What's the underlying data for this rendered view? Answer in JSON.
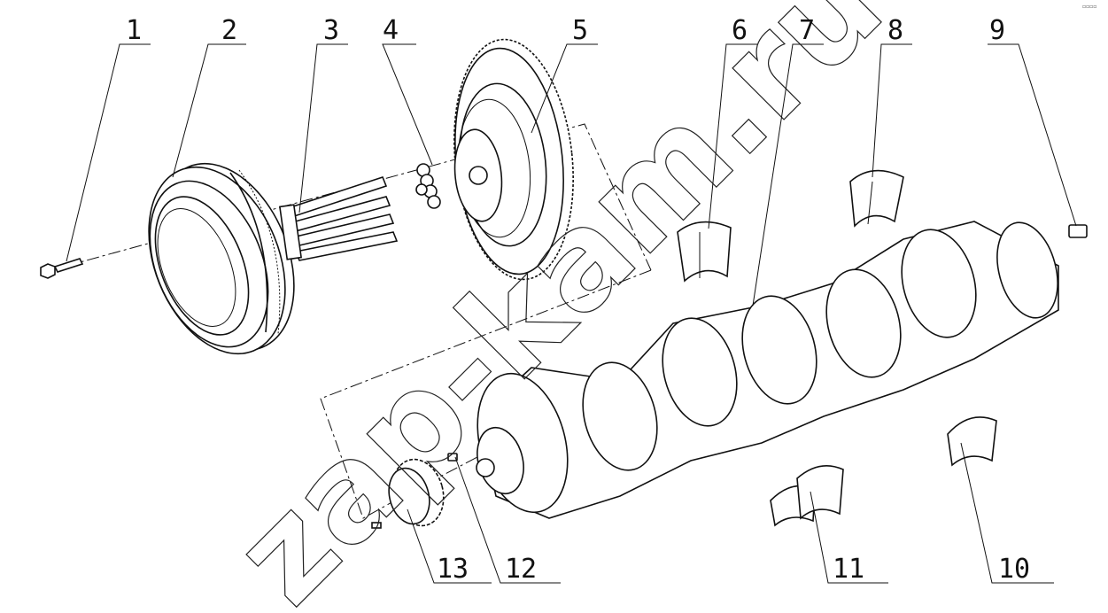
{
  "watermark": "zap-kam.ru",
  "corner_mark": "▫▫▫▫",
  "callouts": [
    {
      "id": "1",
      "label": "1"
    },
    {
      "id": "2",
      "label": "2"
    },
    {
      "id": "3",
      "label": "3"
    },
    {
      "id": "4",
      "label": "4"
    },
    {
      "id": "5",
      "label": "5"
    },
    {
      "id": "6",
      "label": "6"
    },
    {
      "id": "7",
      "label": "7"
    },
    {
      "id": "8",
      "label": "8"
    },
    {
      "id": "9",
      "label": "9"
    },
    {
      "id": "10",
      "label": "10"
    },
    {
      "id": "11",
      "label": "11"
    },
    {
      "id": "12",
      "label": "12"
    },
    {
      "id": "13",
      "label": "13"
    }
  ]
}
